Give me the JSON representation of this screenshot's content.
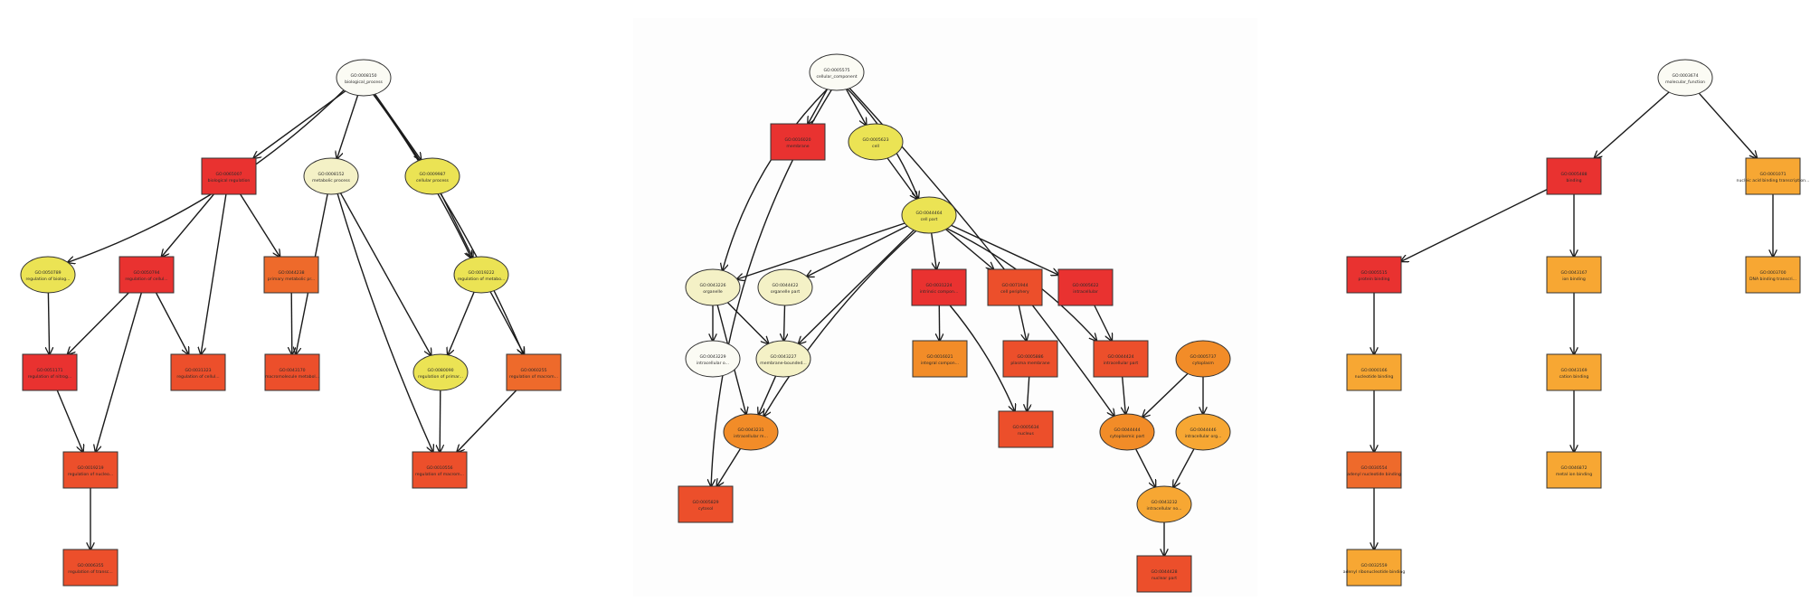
{
  "colors": {
    "white": "#fbfbf4",
    "pale": "#f4f1c6",
    "yellow": "#ebe354",
    "light_orange": "#f7a733",
    "orange": "#f28c28",
    "dark_orange": "#ee6a2b",
    "red_orange": "#ec4f2b",
    "red": "#e93230"
  },
  "graphs": [
    {
      "name": "left-graph",
      "nodes": [
        {
          "id": "L0",
          "shape": "ellipse",
          "color": "white",
          "line1": "GO:0008150",
          "line2": "biological_process"
        },
        {
          "id": "L1",
          "shape": "rect",
          "color": "red",
          "line1": "GO:0065007",
          "line2": "biological regulation"
        },
        {
          "id": "L2",
          "shape": "ellipse",
          "color": "pale",
          "line1": "GO:0008152",
          "line2": "metabolic process"
        },
        {
          "id": "L3",
          "shape": "ellipse",
          "color": "yellow",
          "line1": "GO:0009987",
          "line2": "cellular process"
        },
        {
          "id": "L4",
          "shape": "ellipse",
          "color": "yellow",
          "line1": "GO:0050789",
          "line2": "regulation of biolog..."
        },
        {
          "id": "L5",
          "shape": "rect",
          "color": "red",
          "line1": "GO:0050794",
          "line2": "regulation of cellul..."
        },
        {
          "id": "L6",
          "shape": "rect",
          "color": "dark_orange",
          "line1": "GO:0044238",
          "line2": "primary metabolic pr..."
        },
        {
          "id": "L7",
          "shape": "ellipse",
          "color": "yellow",
          "line1": "GO:0019222",
          "line2": "regulation of metabo..."
        },
        {
          "id": "L8",
          "shape": "rect",
          "color": "red",
          "line1": "GO:0051171",
          "line2": "regulation of nitrog..."
        },
        {
          "id": "L9",
          "shape": "rect",
          "color": "red_orange",
          "line1": "GO:0031323",
          "line2": "regulation of cellul..."
        },
        {
          "id": "L10",
          "shape": "rect",
          "color": "red_orange",
          "line1": "GO:0043170",
          "line2": "macromolecule metabol..."
        },
        {
          "id": "L11",
          "shape": "ellipse",
          "color": "yellow",
          "line1": "GO:0080090",
          "line2": "regulation of primar..."
        },
        {
          "id": "L12",
          "shape": "rect",
          "color": "dark_orange",
          "line1": "GO:0060255",
          "line2": "regulation of macrom..."
        },
        {
          "id": "L13",
          "shape": "rect",
          "color": "red_orange",
          "line1": "GO:0019219",
          "line2": "regulation of nucleo..."
        },
        {
          "id": "L14",
          "shape": "rect",
          "color": "red_orange",
          "line1": "GO:0010556",
          "line2": "regulation of macrom..."
        },
        {
          "id": "L15",
          "shape": "rect",
          "color": "red_orange",
          "line1": "GO:0006355",
          "line2": "regulation of transc..."
        }
      ]
    },
    {
      "name": "middle-graph",
      "nodes": [
        {
          "id": "M0",
          "shape": "ellipse",
          "color": "white",
          "line1": "GO:0005575",
          "line2": "cellular_component"
        },
        {
          "id": "M1",
          "shape": "rect",
          "color": "red",
          "line1": "GO:0016020",
          "line2": "membrane"
        },
        {
          "id": "M2",
          "shape": "ellipse",
          "color": "yellow",
          "line1": "GO:0005623",
          "line2": "cell"
        },
        {
          "id": "M3",
          "shape": "ellipse",
          "color": "yellow",
          "line1": "GO:0044464",
          "line2": "cell part"
        },
        {
          "id": "M4",
          "shape": "ellipse",
          "color": "pale",
          "line1": "GO:0043226",
          "line2": "organelle"
        },
        {
          "id": "M5",
          "shape": "ellipse",
          "color": "pale",
          "line1": "GO:0044422",
          "line2": "organelle part"
        },
        {
          "id": "M6",
          "shape": "rect",
          "color": "red",
          "line1": "GO:0031224",
          "line2": "intrinsic compon..."
        },
        {
          "id": "M7",
          "shape": "rect",
          "color": "red_orange",
          "line1": "GO:0071944",
          "line2": "cell periphery"
        },
        {
          "id": "M8",
          "shape": "rect",
          "color": "red",
          "line1": "GO:0005622",
          "line2": "intracellular"
        },
        {
          "id": "M9",
          "shape": "ellipse",
          "color": "white",
          "line1": "GO:0043229",
          "line2": "intracellular o..."
        },
        {
          "id": "M10",
          "shape": "ellipse",
          "color": "pale",
          "line1": "GO:0043227",
          "line2": "membrane-bounded..."
        },
        {
          "id": "M11",
          "shape": "rect",
          "color": "orange",
          "line1": "GO:0016021",
          "line2": "integral compon..."
        },
        {
          "id": "M12",
          "shape": "rect",
          "color": "red_orange",
          "line1": "GO:0005886",
          "line2": "plasma membrane"
        },
        {
          "id": "M13",
          "shape": "rect",
          "color": "red_orange",
          "line1": "GO:0044424",
          "line2": "intracellular part"
        },
        {
          "id": "M14",
          "shape": "ellipse",
          "color": "orange",
          "line1": "GO:0005737",
          "line2": "cytoplasm"
        },
        {
          "id": "M15",
          "shape": "ellipse",
          "color": "orange",
          "line1": "GO:0043231",
          "line2": "intracellular m..."
        },
        {
          "id": "M16",
          "shape": "rect",
          "color": "red_orange",
          "line1": "GO:0005634",
          "line2": "nucleus"
        },
        {
          "id": "M17",
          "shape": "ellipse",
          "color": "orange",
          "line1": "GO:0044444",
          "line2": "cytoplasmic part"
        },
        {
          "id": "M18",
          "shape": "ellipse",
          "color": "light_orange",
          "line1": "GO:0044446",
          "line2": "intracellular org..."
        },
        {
          "id": "M19",
          "shape": "ellipse",
          "color": "light_orange",
          "line1": "GO:0043232",
          "line2": "intracellular no..."
        },
        {
          "id": "M20",
          "shape": "rect",
          "color": "red_orange",
          "line1": "GO:0005829",
          "line2": "cytosol"
        },
        {
          "id": "M21",
          "shape": "rect",
          "color": "red_orange",
          "line1": "GO:0044428",
          "line2": "nuclear part"
        }
      ]
    },
    {
      "name": "right-graph",
      "nodes": [
        {
          "id": "R0",
          "shape": "ellipse",
          "color": "white",
          "line1": "GO:0003674",
          "line2": "molecular_function"
        },
        {
          "id": "R1",
          "shape": "rect",
          "color": "red",
          "line1": "GO:0005488",
          "line2": "binding"
        },
        {
          "id": "R2",
          "shape": "rect",
          "color": "light_orange",
          "line1": "GO:0001071",
          "line2": "nucleic acid binding transcription..."
        },
        {
          "id": "R3",
          "shape": "rect",
          "color": "red",
          "line1": "GO:0005515",
          "line2": "protein binding"
        },
        {
          "id": "R4",
          "shape": "rect",
          "color": "light_orange",
          "line1": "GO:0043167",
          "line2": "ion binding"
        },
        {
          "id": "R5",
          "shape": "rect",
          "color": "light_orange",
          "line1": "GO:0003700",
          "line2": "DNA binding transcri..."
        },
        {
          "id": "R6",
          "shape": "rect",
          "color": "light_orange",
          "line1": "GO:0000166",
          "line2": "nucleotide binding"
        },
        {
          "id": "R7",
          "shape": "rect",
          "color": "light_orange",
          "line1": "GO:0043169",
          "line2": "cation binding"
        },
        {
          "id": "R8",
          "shape": "rect",
          "color": "dark_orange",
          "line1": "GO:0030554",
          "line2": "adenyl nucleotide binding"
        },
        {
          "id": "R9",
          "shape": "rect",
          "color": "light_orange",
          "line1": "GO:0046872",
          "line2": "metal ion binding"
        },
        {
          "id": "R10",
          "shape": "rect",
          "color": "light_orange",
          "line1": "GO:0032559",
          "line2": "adenyl ribonucleotide binding"
        }
      ]
    }
  ]
}
